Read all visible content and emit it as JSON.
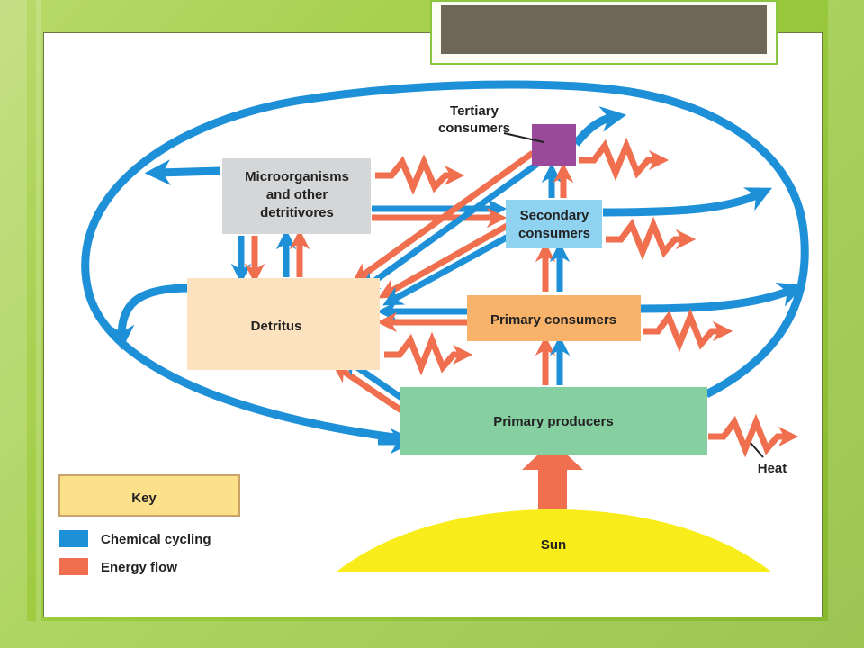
{
  "diagram": {
    "nodes": {
      "tertiary": "Tertiary consumers",
      "tertiary_line1": "Tertiary",
      "tertiary_line2": "consumers",
      "micro_line1": "Microorganisms",
      "micro_line2": "and other",
      "micro_line3": "detritivores",
      "secondary_line1": "Secondary",
      "secondary_line2": "consumers",
      "detritus": "Detritus",
      "primary_consumers": "Primary consumers",
      "primary_producers": "Primary producers",
      "sun": "Sun",
      "heat": "Heat"
    },
    "key": {
      "title": "Key",
      "chemical": "Chemical cycling",
      "energy": "Energy flow"
    },
    "colors": {
      "chemical": "#1e90d8",
      "energy": "#ef6f4f",
      "tertiary_box": "#9b4a9b",
      "micro_box": "#d4d6d8",
      "secondary_box": "#8fd3f0",
      "detritus_box": "#fde2bf",
      "primary_consumers_box": "#f8b26a",
      "primary_producers_box": "#86cfa0",
      "key_box": "#fde08a",
      "sun": "#f8ec1a"
    }
  }
}
